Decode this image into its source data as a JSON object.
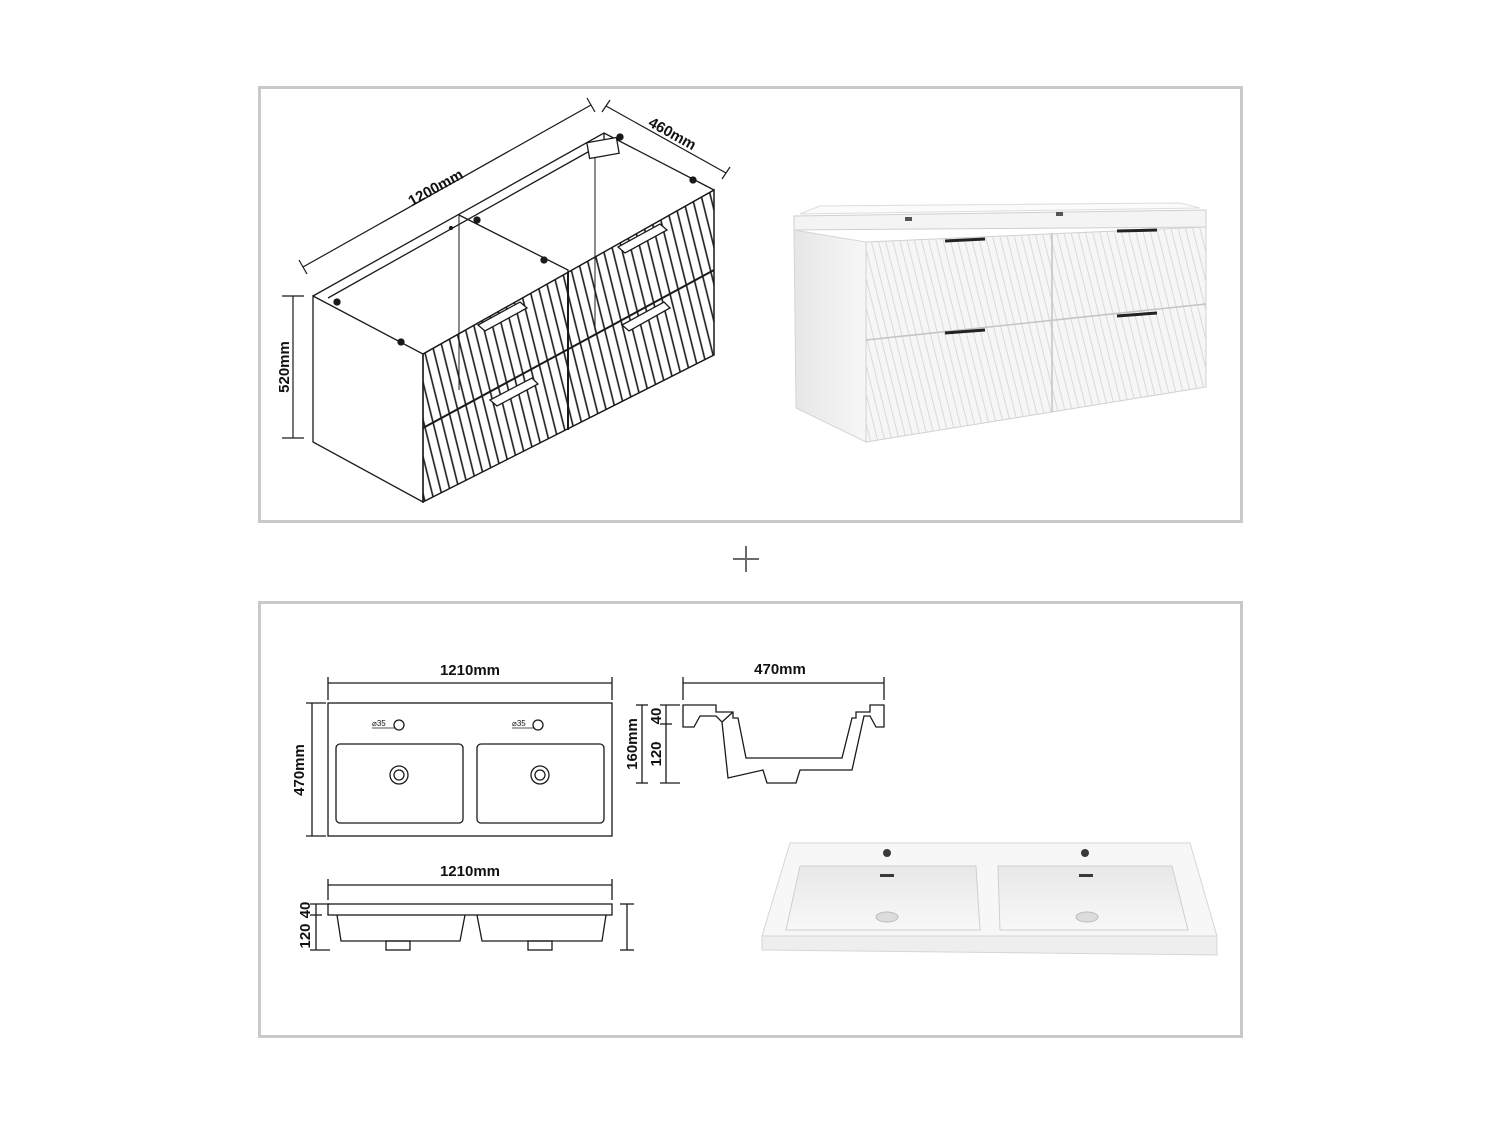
{
  "cabinet": {
    "width_label": "1200mm",
    "depth_label": "460mm",
    "height_label": "520mm"
  },
  "basin": {
    "top_width_label": "1210mm",
    "top_depth_label": "470mm",
    "side_width_label": "470mm",
    "side_height_label": "160mm",
    "rim_label": "40",
    "bowl_label": "120",
    "hole_label": "⌀35",
    "front_width_label": "1210mm",
    "front_rim_label": "40",
    "front_bowl_label": "120"
  },
  "separator": "+"
}
